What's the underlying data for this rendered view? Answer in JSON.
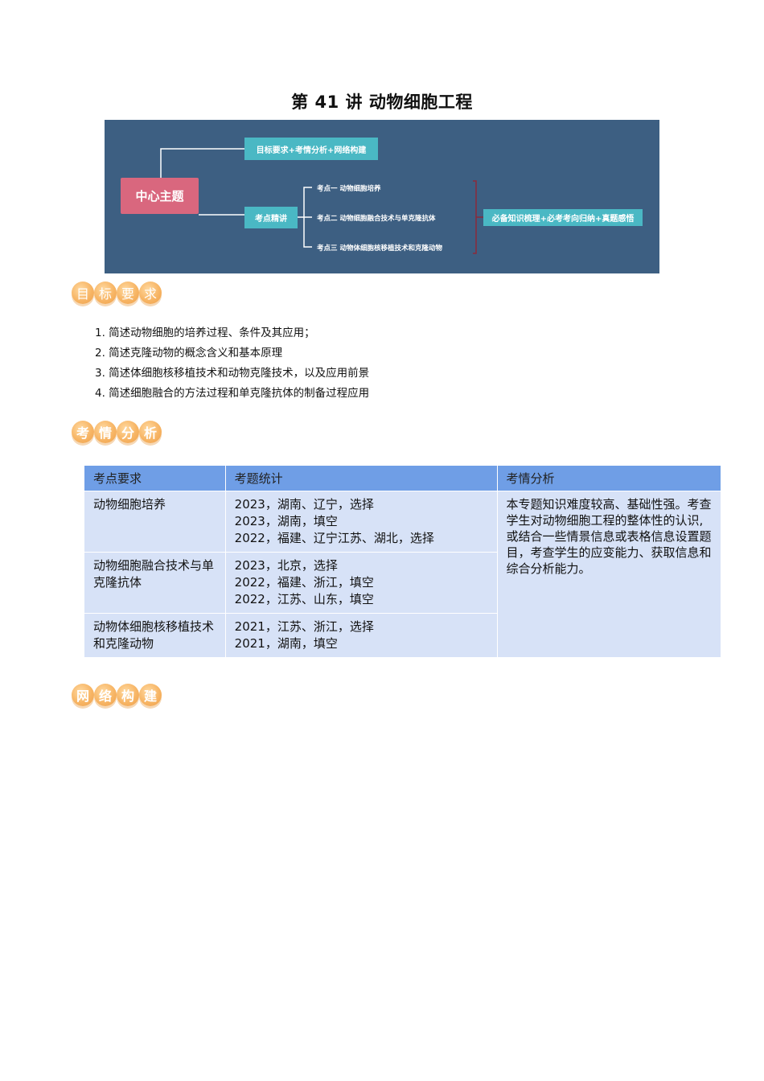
{
  "page": {
    "title": "第 41 讲  动物细胞工程"
  },
  "mindmap": {
    "center": "中心主题",
    "top_node": "目标要求+考情分析+网络构建",
    "mid_node": "考点精讲",
    "points": [
      "考点一  动物细胞培养",
      "考点二  动物细胞融合技术与单克隆抗体",
      "考点三  动物体细胞核移植技术和克隆动物"
    ],
    "right_node": "必备知识梳理+必考考向归纳+真题感悟",
    "colors": {
      "background": "#3d5f82",
      "center": "#d9677e",
      "node": "#4ab8c4",
      "bracket": "#8b2a3a"
    }
  },
  "sections": {
    "goals_badge": [
      "目",
      "标",
      "要",
      "求"
    ],
    "analysis_badge": [
      "考",
      "情",
      "分",
      "析"
    ],
    "network_badge": [
      "网",
      "络",
      "构",
      "建"
    ]
  },
  "goals": [
    "1. 简述动物细胞的培养过程、条件及其应用；",
    "2. 简述克隆动物的概念含义和基本原理",
    "3. 简述体细胞核移植技术和动物克隆技术，以及应用前景",
    "4. 简述细胞融合的方法过程和单克隆抗体的制备过程应用"
  ],
  "table": {
    "headers": [
      "考点要求",
      "考题统计",
      "考情分析"
    ],
    "rows": [
      {
        "point": "动物细胞培养",
        "stats": [
          "2023，湖南、辽宁，选择",
          "2023，湖南，填空",
          "2022，福建、辽宁江苏、湖北，选择"
        ]
      },
      {
        "point": "动物细胞融合技术与单克隆抗体",
        "stats": [
          "2023，北京，选择",
          "2022，福建、浙江，填空",
          "2022，江苏、山东，填空"
        ]
      },
      {
        "point": "动物体细胞核移植技术和克隆动物",
        "stats": [
          "2021，江苏、浙江，选择",
          "2021，湖南，填空"
        ]
      }
    ],
    "analysis": "本专题知识难度较高、基础性强。考查学生对动物细胞工程的整体性的认识,或结合一些情景信息或表格信息设置题目，考查学生的应变能力、获取信息和综合分析能力。",
    "colors": {
      "header": "#6f9ee6",
      "cell": "#d7e2f7"
    }
  }
}
